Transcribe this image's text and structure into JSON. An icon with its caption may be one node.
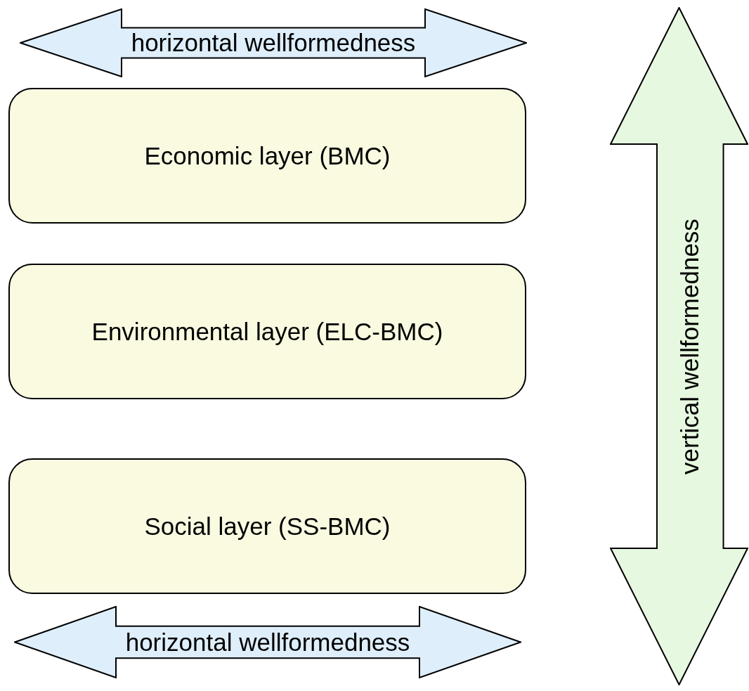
{
  "diagram": {
    "nodes": [
      {
        "text": [
          "horizontal wellformedness"
        ]
      },
      {
        "text": [
          "Economic layer (BMC)"
        ]
      },
      {
        "text": [
          "Environmental layer (ELC-BMC)"
        ]
      },
      {
        "text": [
          "Social layer (SS-BMC)"
        ]
      },
      {
        "text": [
          "horizontal wellformedness"
        ]
      },
      {
        "text": [
          "vertical wellformedness"
        ]
      }
    ],
    "edges": []
  }
}
